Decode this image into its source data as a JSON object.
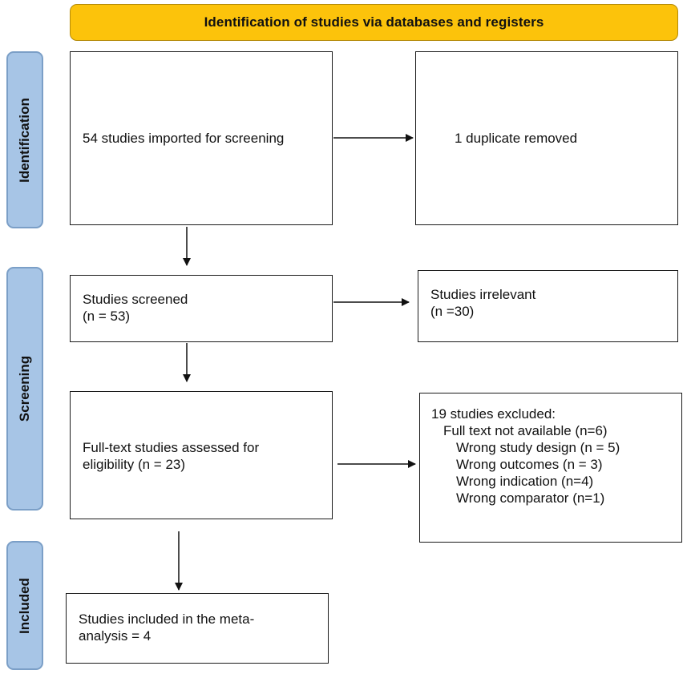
{
  "header": {
    "title": "Identification of studies via databases and registers"
  },
  "phases": {
    "identification": "Identification",
    "screening": "Screening",
    "included": "Included"
  },
  "boxes": {
    "imported": "54 studies imported for screening",
    "duplicate": "1 duplicate removed",
    "screened": [
      "Studies screened",
      "(n = 53)"
    ],
    "irrelevant": [
      "Studies irrelevant",
      "(n =30)"
    ],
    "fulltext": [
      "Full-text studies assessed for",
      "eligibility (n = 23)"
    ],
    "excluded": {
      "title": "19 studies excluded:",
      "reasons": [
        "Full text not available (n=6)",
        "Wrong study design (n = 5)",
        "Wrong outcomes (n = 3)",
        "Wrong indication (n=4)",
        "Wrong comparator (n=1)"
      ]
    },
    "included": [
      "Studies included in the meta-",
      "analysis = 4"
    ]
  }
}
